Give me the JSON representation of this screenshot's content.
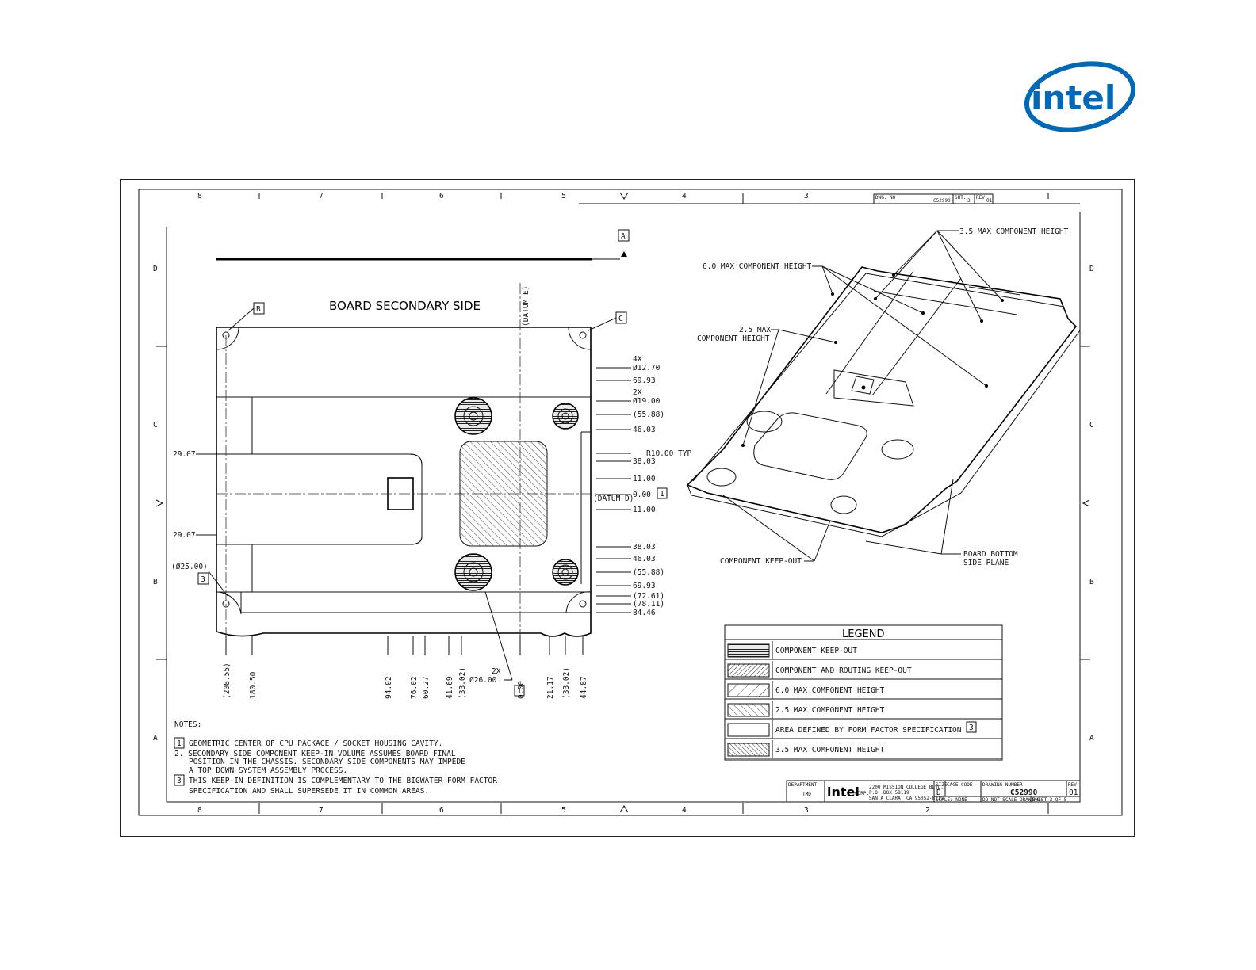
{
  "logo": {
    "text": "intel",
    "color": "#0068b5"
  },
  "sheet": {
    "zone_cols_top": [
      "8",
      "7",
      "6",
      "5",
      "4",
      "3"
    ],
    "zone_cols_bottom": [
      "8",
      "7",
      "6",
      "5",
      "4",
      "3",
      "2"
    ],
    "zone_rows": [
      "D",
      "C",
      "B",
      "A"
    ],
    "header": {
      "dwg_label": "DWG. NO",
      "dwg_no": "C52990",
      "sht_label": "SHT.",
      "sht": "3",
      "rev_label": "REV",
      "rev": "01"
    }
  },
  "plan": {
    "title": "BOARD SECONDARY SIDE",
    "datum_a": "A",
    "datum_b": "B",
    "datum_c": "C",
    "datum_e": "(DATUM E)",
    "datum_d": "(DATUM D)",
    "left_dims": {
      "top": "29.07",
      "bottom": "29.07",
      "dia": "(Ø25.00)",
      "note3": "3"
    },
    "right_dims": [
      "4X",
      "Ø12.70",
      "69.93",
      "2X",
      "Ø19.00",
      "(55.88)",
      "46.03",
      "R10.00 TYP",
      "38.03",
      "11.00",
      "0.00",
      "11.00",
      "38.03",
      "46.03",
      "(55.88)",
      "69.93",
      "(72.61)",
      "(78.11)",
      "84.46"
    ],
    "datum_d_flag": "1",
    "bottom_dims": [
      "(208.55)",
      "180.50",
      "94.02",
      "76.02",
      "60.27",
      "41.69",
      "(33.02)",
      "0.00",
      "21.17",
      "(33.02)",
      "44.87"
    ],
    "hole_callout": {
      "qty": "2X",
      "dia": "Ø26.00"
    },
    "datum_flag_bottom": "1"
  },
  "iso": {
    "label_35": "3.5 MAX COMPONENT HEIGHT",
    "label_60": "6.0 MAX COMPONENT HEIGHT",
    "label_25a": "2.5 MAX",
    "label_25b": "COMPONENT HEIGHT",
    "label_keepout": "COMPONENT KEEP-OUT",
    "label_bottom_a": "BOARD BOTTOM",
    "label_bottom_b": "SIDE PLANE"
  },
  "legend": {
    "title": "LEGEND",
    "items": [
      "COMPONENT KEEP-OUT",
      "COMPONENT AND ROUTING KEEP-OUT",
      "6.0 MAX COMPONENT HEIGHT",
      "2.5 MAX COMPONENT HEIGHT",
      "AREA DEFINED BY FORM FACTOR SPECIFICATION",
      "3.5 MAX COMPONENT HEIGHT"
    ],
    "flag": "3"
  },
  "notes": {
    "heading": "NOTES:",
    "n1_flag": "1",
    "n1": "GEOMETRIC CENTER OF CPU PACKAGE  / SOCKET HOUSING CAVITY.",
    "n2a": "2. SECONDARY SIDE COMPONENT KEEP-IN VOLUME ASSUMES BOARD FINAL",
    "n2b": "POSITION IN THE CHASSIS. SECONDARY SIDE COMPONENTS MAY IMPEDE",
    "n2c": "A TOP DOWN SYSTEM ASSEMBLY PROCESS.",
    "n3_flag": "3",
    "n3a": "THIS KEEP-IN DEFINITION IS COMPLEMENTARY TO THE BIGWATER FORM FACTOR",
    "n3b": "SPECIFICATION AND SHALL SUPERSEDE IT IN COMMON AREAS."
  },
  "title_block": {
    "department_label": "DEPARTMENT",
    "department": "TMD",
    "brand": "intel",
    "corp": "CORP.",
    "addr1": "2200 MISSION COLLEGE BLVD.",
    "addr2": "P.O. BOX 58119",
    "addr3": "SANTA CLARA, CA 95052-8119",
    "size_label": "SIZE",
    "size": "D",
    "cage_label": "CAGE CODE",
    "drawing_number_label": "DRAWING NUMBER",
    "drawing_number": "C52990",
    "rev_label": "REV",
    "rev": "01",
    "scale": "SCALE: NONE",
    "do_not_scale": "DO NOT SCALE DRAWING",
    "sheet": "SHEET 3 OF 5"
  }
}
